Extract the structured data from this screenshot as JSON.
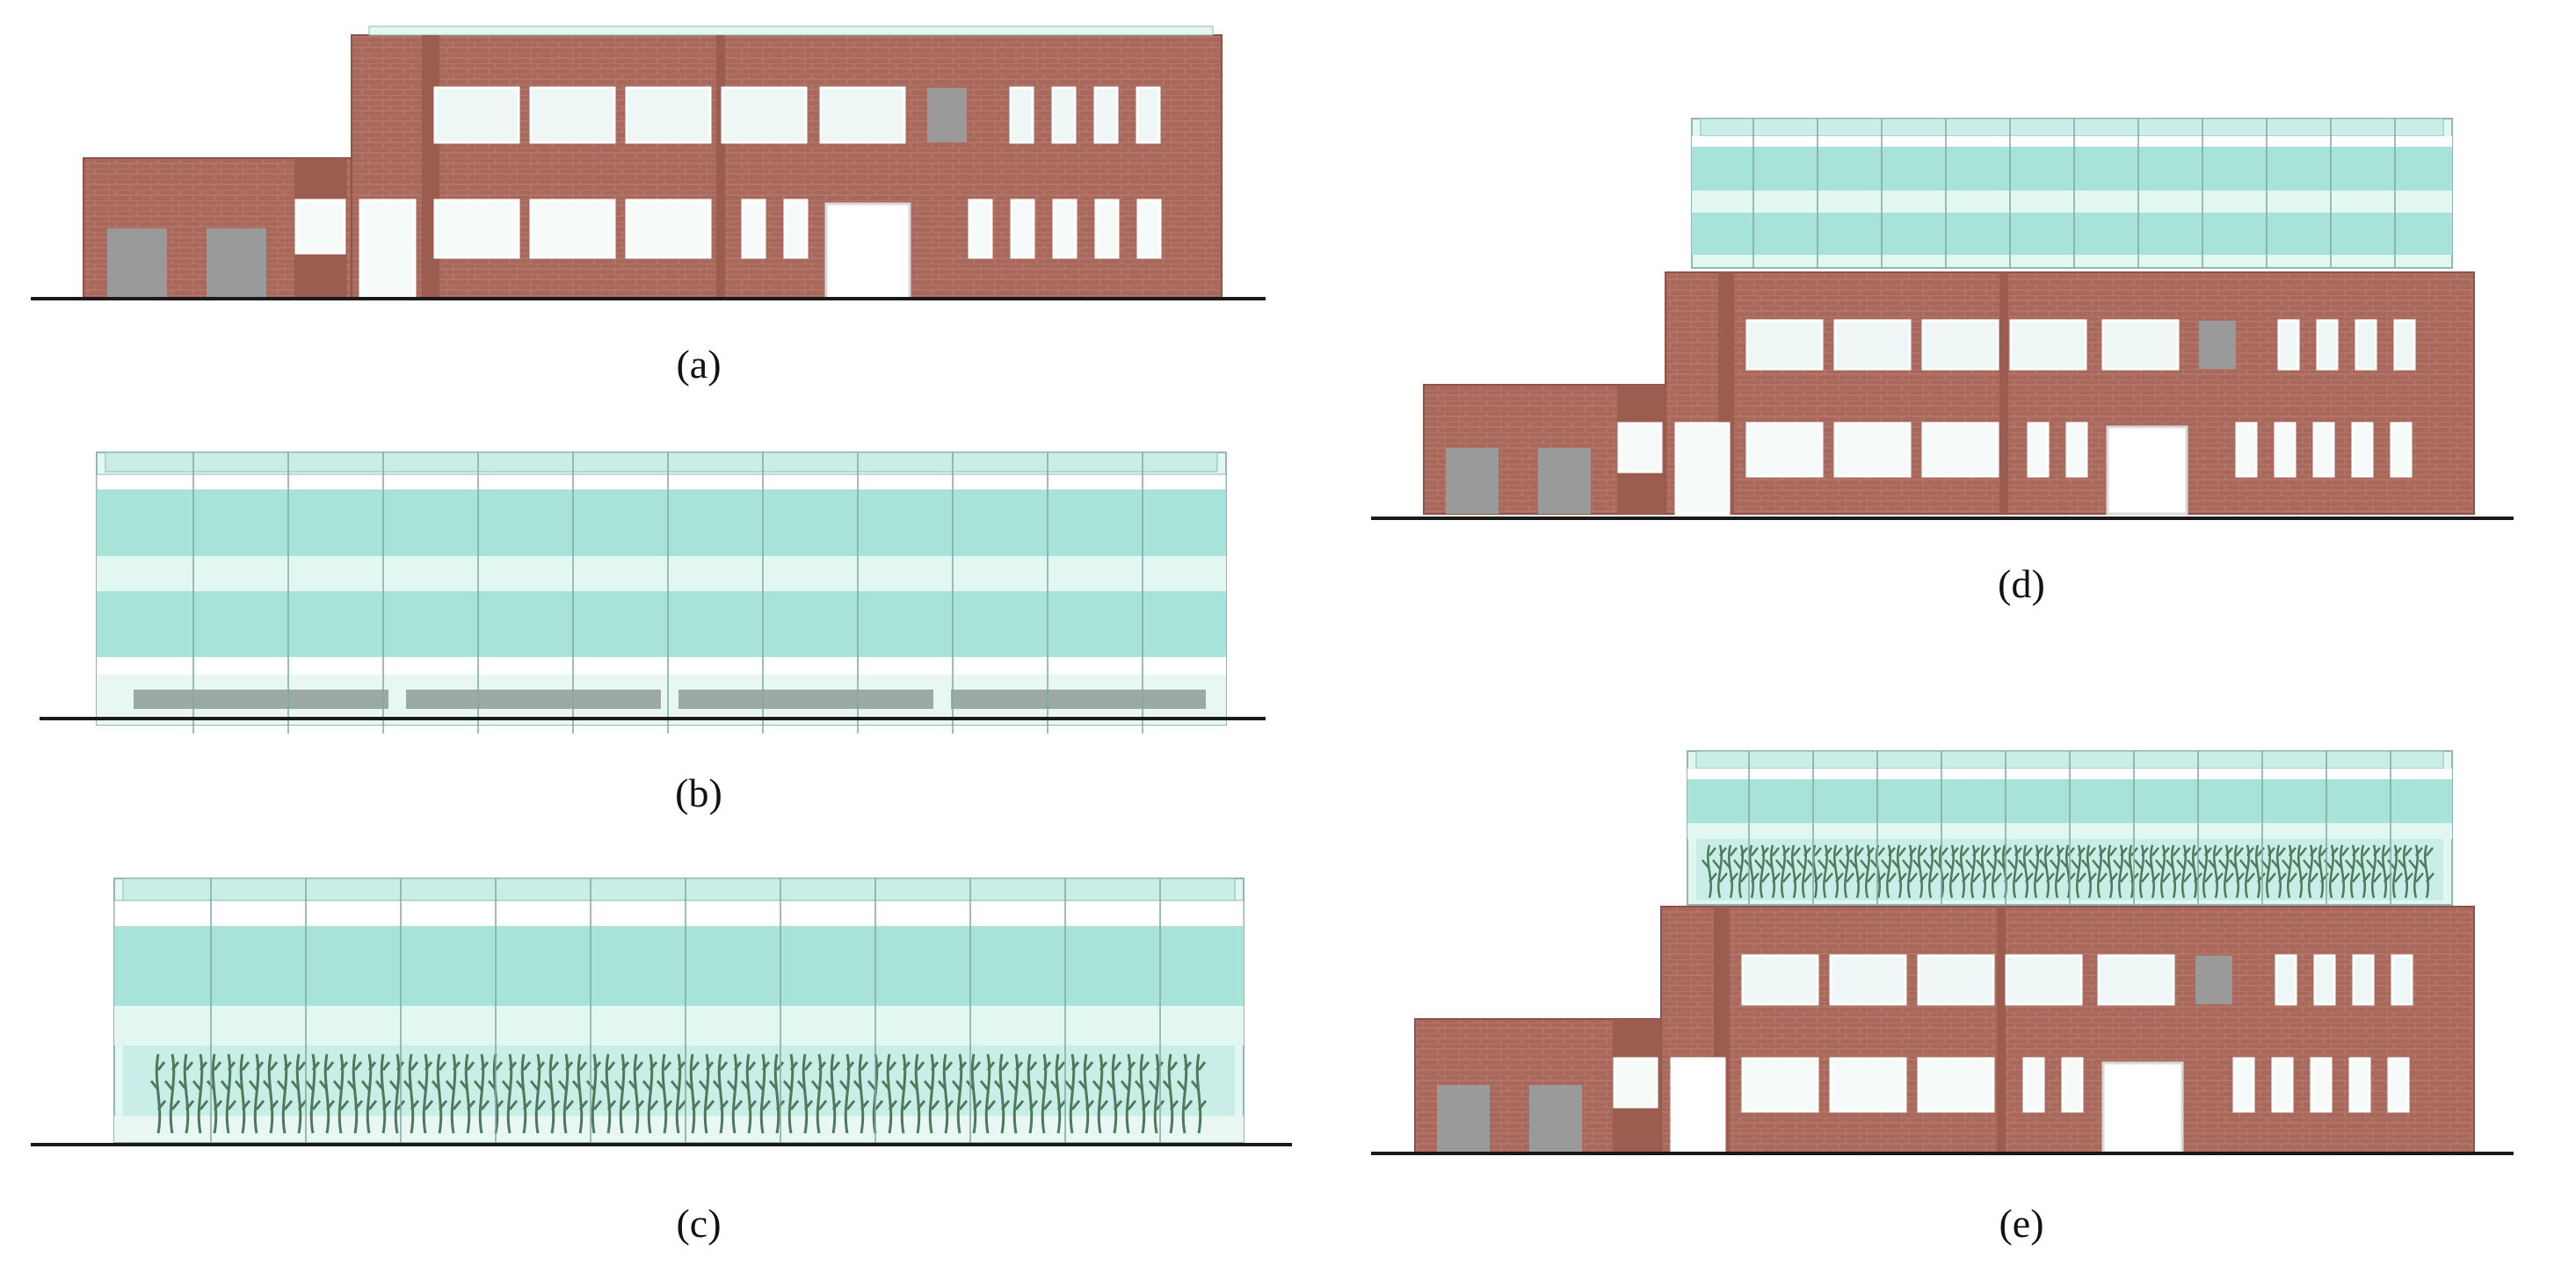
{
  "captions": {
    "a": "(a)",
    "b": "(b)",
    "c": "(c)",
    "d": "(d)",
    "e": "(e)"
  },
  "colors": {
    "brick": "#a9685c",
    "brick_dark": "#8f5449",
    "mortar": "#b98072",
    "glass": "#bfe9e2",
    "glass_light": "#e2f6f2",
    "glass_edge": "#8fb8b0",
    "window": "#eef7f6",
    "door_grey": "#9a9a9a",
    "ground": "#1a1a1a",
    "plant": "#4d7a5c"
  }
}
